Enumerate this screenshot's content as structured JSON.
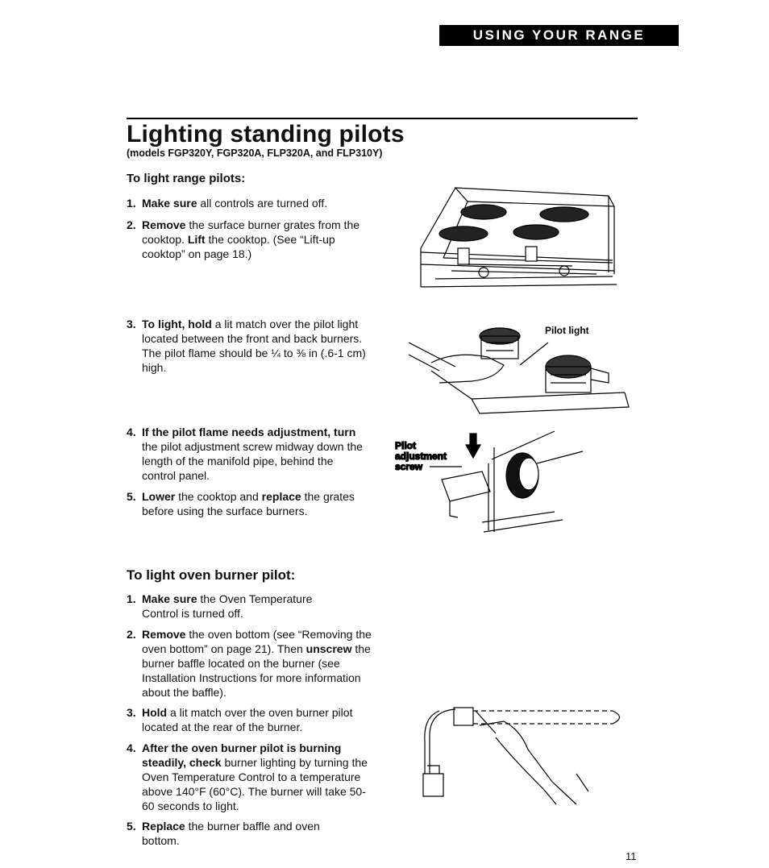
{
  "header": {
    "banner": "USING YOUR RANGE"
  },
  "title": "Lighting standing pilots",
  "subtitle": "(models FGP320Y, FGP320A, FLP320A, and FLP310Y)",
  "range_section": {
    "heading": "To light range pilots:",
    "steps": [
      {
        "num": "1.",
        "b1": "Make sure",
        "t1": " all controls are turned off."
      },
      {
        "num": "2.",
        "b1": "Remove",
        "t1": " the surface burner grates from the cooktop. ",
        "b2": "Lift",
        "t2": " the cooktop. (See “Lift-up cooktop” on page 18.)"
      },
      {
        "num": "3.",
        "b1": "To light, hold",
        "t1": " a lit match over the pilot light located between the front and back burners. The pilot flame should be ¼ to ⅜ in (.6-1 cm) high."
      },
      {
        "num": "4.",
        "b1": "If the pilot flame needs adjustment, turn",
        "t1": " the pilot adjustment screw midway down the length of the manifold pipe, behind the control panel."
      },
      {
        "num": "5.",
        "b1": "Lower",
        "t1": " the cooktop and ",
        "b2": "replace",
        "t2": " the grates before using the surface burners."
      }
    ]
  },
  "oven_section": {
    "heading": "To light oven burner pilot:",
    "steps": [
      {
        "num": "1.",
        "b1": "Make sure",
        "t1": " the Oven Temperature Control is turned off."
      },
      {
        "num": "2.",
        "b1": "Remove",
        "t1": " the oven bottom (see “Removing the oven bottom” on page 21). Then ",
        "b2": "unscrew",
        "t2": " the burner baffle located on the burner (see Installation Instructions for more information about the baffle)."
      },
      {
        "num": "3.",
        "b1": "Hold",
        "t1": " a lit match over the oven burner pilot located at the rear of the burner."
      },
      {
        "num": "4.",
        "b1": "After the oven burner pilot is burning steadily, check",
        "t1": " burner lighting by turning the Oven Temperature Control to a temperature above 140°F (60°C). The burner will take 50-60 seconds to light."
      },
      {
        "num": "5.",
        "b1": "Replace",
        "t1": " the burner baffle and oven bottom."
      }
    ]
  },
  "figures": {
    "pilot_light_label": "Pilot light",
    "adjustment_label_1": "Pilot",
    "adjustment_label_2": "adjustment",
    "adjustment_label_3": "screw"
  },
  "page_number": "11"
}
